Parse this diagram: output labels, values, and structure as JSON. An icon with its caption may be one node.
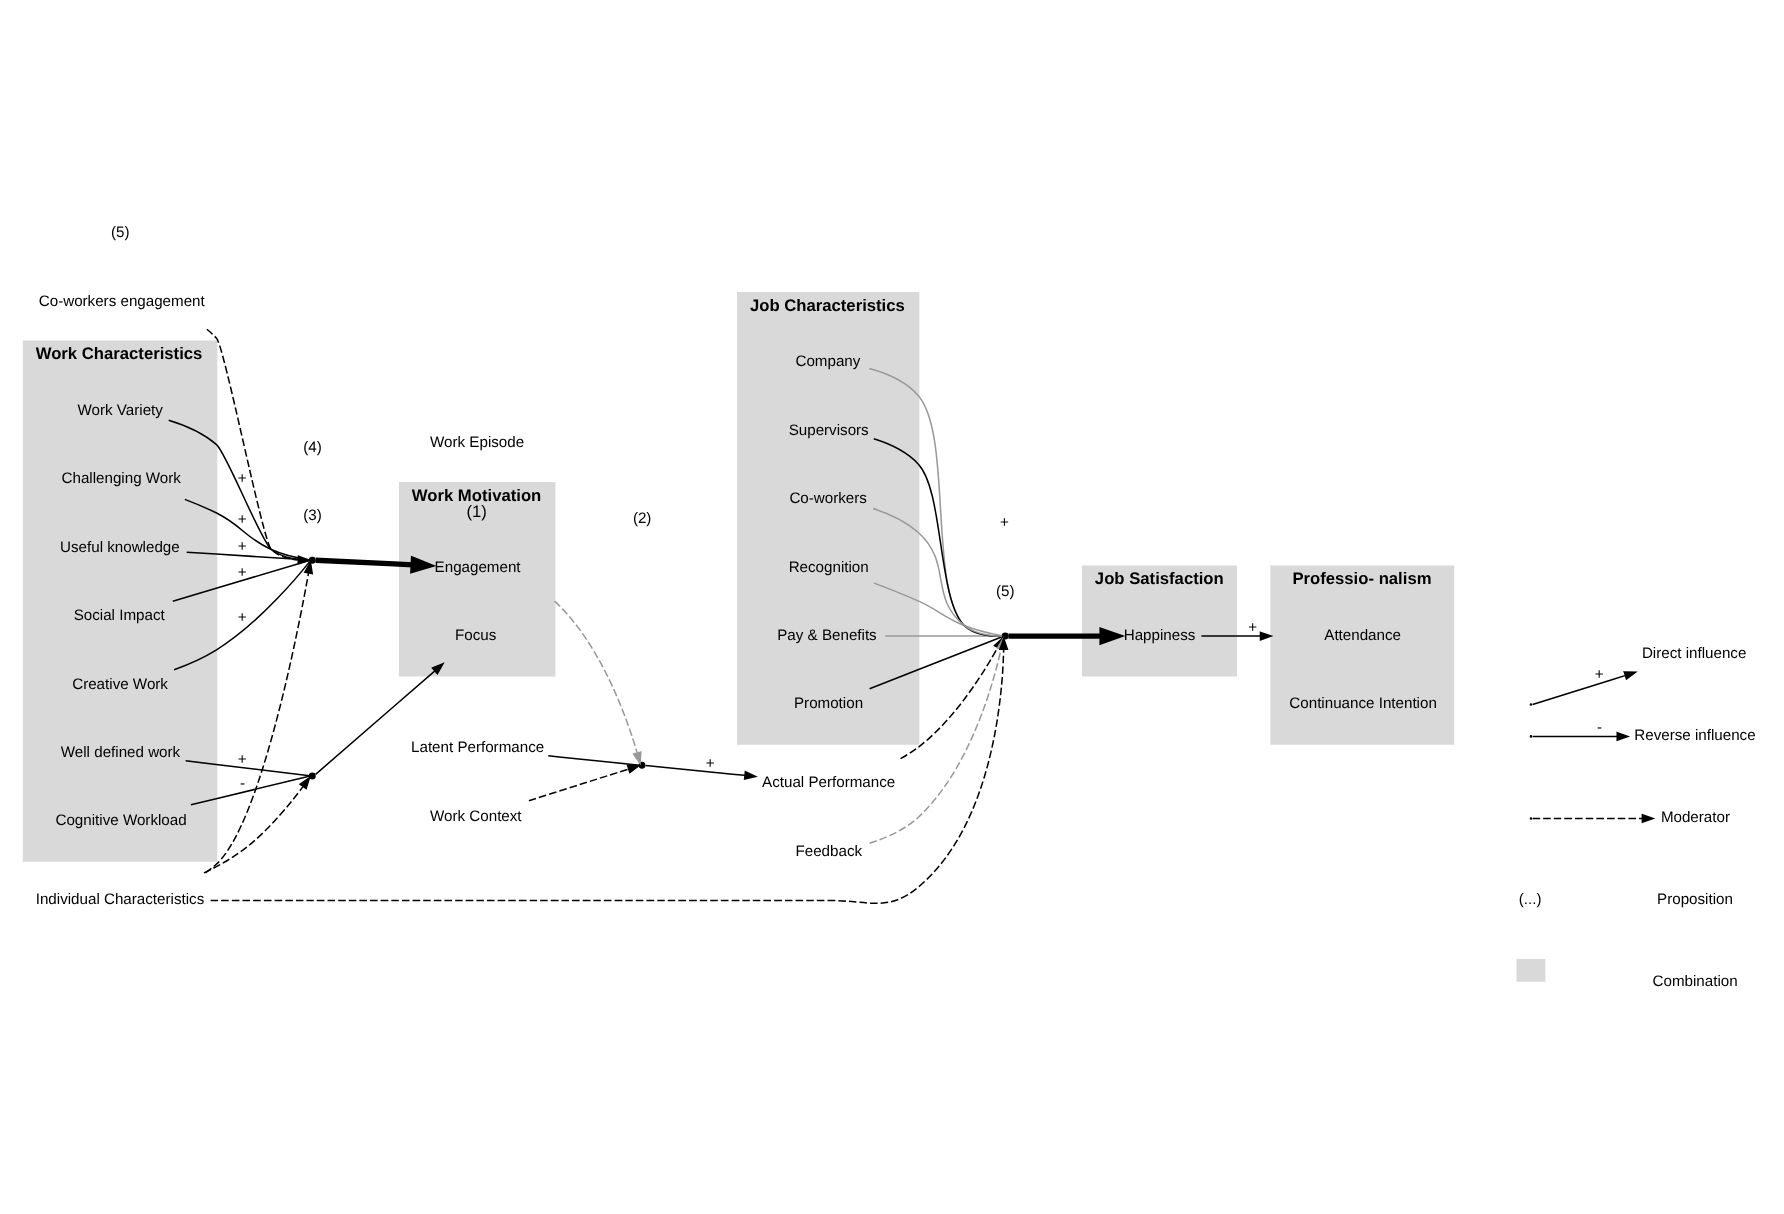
{
  "diagram": {
    "nodes": [
      {
        "text": [
          "Work Characteristics"
        ]
      },
      {
        "text": [
          "Creative Work"
        ],
        "in": 0
      },
      {
        "text": [
          "Work Variety"
        ],
        "in": 0
      },
      {
        "text": [
          "Challenging Work"
        ],
        "in": 0
      },
      {
        "text": [
          "Useful knowledge"
        ],
        "in": 0
      },
      {
        "text": [
          "Social Impact"
        ],
        "in": 0
      },
      {
        "text": [
          "Well defined work"
        ],
        "in": 0
      },
      {
        "text": [
          "Cognitive Workload"
        ],
        "in": 0
      },
      {
        "text": [
          "Work Motivation",
          "(1)"
        ]
      },
      {
        "text": [
          "Engagement"
        ],
        "in": 8
      },
      {
        "text": [
          "Focus"
        ],
        "in": 8
      },
      {
        "text": [
          "Job Characteristics"
        ]
      },
      {
        "text": [
          "Pay & Benefits"
        ],
        "in": 11
      },
      {
        "text": [
          "Recognition"
        ],
        "in": 11
      },
      {
        "text": [
          "Promotion"
        ],
        "in": 11
      },
      {
        "text": [
          "Company"
        ],
        "in": 11
      },
      {
        "text": [
          "Supervisors"
        ],
        "in": 11
      },
      {
        "text": [
          "Co-workers"
        ],
        "in": 11
      },
      {
        "text": [
          "Job Satisfaction"
        ]
      },
      {
        "text": [
          "Happiness"
        ],
        "in": 18
      },
      {
        "text": [
          "Professio- nalism"
        ]
      },
      {
        "text": [
          "Attendance"
        ],
        "in": 20
      },
      {
        "text": [
          "Continuance Intention"
        ],
        "in": 20
      },
      {
        "text": [
          "Latent Performance"
        ]
      },
      {
        "text": [
          "Actual Performance"
        ]
      },
      {
        "text": [
          "Work Context"
        ]
      },
      {
        "text": [
          "Co-workers engagement"
        ]
      },
      {
        "text": [
          "Feedback"
        ]
      },
      {
        "text": [
          "Individual Characteristics"
        ]
      },
      {
        "text": [],
        "shape": "bar"
      },
      {
        "text": [],
        "shape": "bar"
      },
      {
        "text": [],
        "shape": "bar"
      },
      {
        "text": [],
        "shape": "bar"
      }
    ],
    "edges": [
      {
        "from": 1,
        "to": 30,
        "arrow": "none",
        "label": "+"
      },
      {
        "from": 2,
        "to": 30,
        "arrow": "none",
        "label": "+"
      },
      {
        "from": 3,
        "to": 30,
        "arrow": "none",
        "label": "+"
      },
      {
        "from": 4,
        "to": 30,
        "arrow": "none",
        "label": "+"
      },
      {
        "from": 5,
        "to": 30,
        "arrow": "none",
        "label": "+"
      },
      {
        "from": 30,
        "to": 9,
        "arrow": "to",
        "style": "thick"
      },
      {
        "from": 6,
        "to": 31,
        "arrow": "none",
        "label": "+"
      },
      {
        "from": 7,
        "to": 31,
        "arrow": "none",
        "label": "-"
      },
      {
        "from": 31,
        "to": 10,
        "arrow": "to"
      },
      {
        "from": 12,
        "to": 32,
        "arrow": "none",
        "color": "#999999"
      },
      {
        "from": 13,
        "to": 32,
        "arrow": "none",
        "color": "#999999"
      },
      {
        "from": 14,
        "to": 32,
        "arrow": "none"
      },
      {
        "from": 15,
        "to": 32,
        "arrow": "none",
        "color": "#999999"
      },
      {
        "from": 16,
        "to": 32,
        "arrow": "none"
      },
      {
        "from": 17,
        "to": 32,
        "arrow": "none",
        "color": "#999999"
      },
      {
        "from": 32,
        "to": 19,
        "arrow": "to",
        "style": "thick"
      },
      {
        "from": 19,
        "to": 20,
        "arrow": "to",
        "label": "+"
      },
      {
        "from": 23,
        "to": 29,
        "arrow": "none"
      },
      {
        "from": 29,
        "to": 24,
        "arrow": "to",
        "label": "+"
      },
      {
        "from": 8,
        "to": 29,
        "arrow": "to",
        "style": "dashed",
        "color": "#999999"
      },
      {
        "from": 25,
        "to": 29,
        "arrow": "to",
        "style": "dashed"
      },
      {
        "from": 26,
        "to": 30,
        "arrow": "to",
        "style": "dashed"
      },
      {
        "from": 28,
        "to": 30,
        "arrow": "to",
        "style": "dashed"
      },
      {
        "from": 28,
        "to": 31,
        "arrow": "to",
        "style": "dashed"
      },
      {
        "from": 28,
        "to": 32,
        "arrow": "to",
        "style": "dashed"
      },
      {
        "from": 24,
        "to": 32,
        "arrow": "to",
        "style": "dashed"
      },
      {
        "from": 27,
        "to": 32,
        "arrow": "to",
        "style": "dashed",
        "color": "#999999"
      }
    ],
    "labels": [
      "Work Episode",
      "(2)",
      "(5)",
      "(3)",
      "(4)",
      "(5)",
      "+",
      "+",
      "-",
      "(...)"
    ],
    "legend": [
      {
        "text": "Direct influence"
      },
      {
        "text": "Reverse influence"
      },
      {
        "text": "Moderator"
      },
      {
        "text": "Proposition"
      },
      {
        "text": "Combination",
        "color": "#d9d9d9"
      }
    ]
  }
}
